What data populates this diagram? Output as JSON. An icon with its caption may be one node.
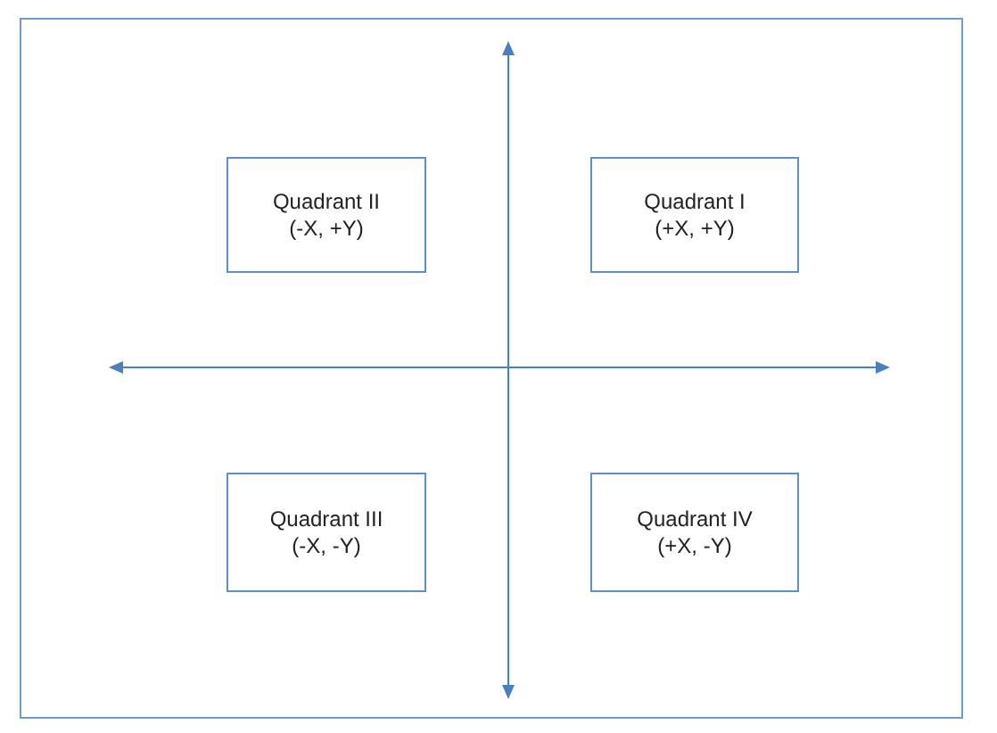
{
  "diagram": {
    "nodes": [
      {
        "text": [
          "Quadrant II",
          "(-X, +Y)"
        ]
      },
      {
        "text": [
          "Quadrant I",
          "(+X, +Y)"
        ]
      },
      {
        "text": [
          "Quadrant III",
          "(-X, -Y)"
        ]
      },
      {
        "text": [
          "Quadrant IV",
          "(+X, -Y)"
        ]
      }
    ]
  }
}
